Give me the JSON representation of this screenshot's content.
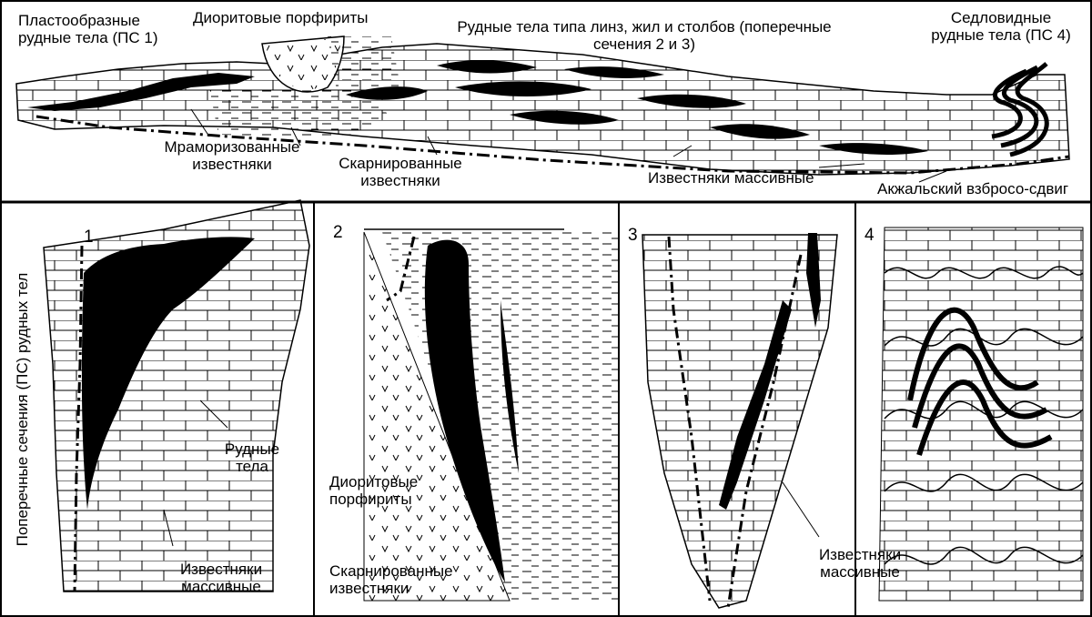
{
  "top_section": {
    "ps1_label": [
      "Пластообразные",
      "рудные тела (ПС 1)"
    ],
    "diorite_label": "Диоритовые порфириты",
    "lens_label": [
      "Рудные тела типа линз, жил и столбов (поперечные",
      "сечения 2 и 3)"
    ],
    "ps4_label": [
      "Седловидные",
      "рудные тела (ПС 4)"
    ],
    "marble_label": [
      "Мраморизованные",
      "известняки"
    ],
    "skarn_label": [
      "Скарнированные",
      "известняки"
    ],
    "massive_label": "Известняки массивные",
    "fault_label": "Акжальский взбросо-сдвиг"
  },
  "side_label": "Поперечные сечения (ПС) рудных тел",
  "panels": [
    {
      "number": "1",
      "labels": [
        [
          "Рудные",
          "тела"
        ],
        [
          "Известняки",
          "массивные"
        ]
      ]
    },
    {
      "number": "2",
      "labels": [
        [
          "Диоритовые",
          "порфириты"
        ],
        [
          "Скарнированные",
          "известняки"
        ]
      ]
    },
    {
      "number": "3",
      "labels": [
        [
          "Известняки",
          "массивные"
        ]
      ]
    },
    {
      "number": "4",
      "labels": []
    }
  ]
}
